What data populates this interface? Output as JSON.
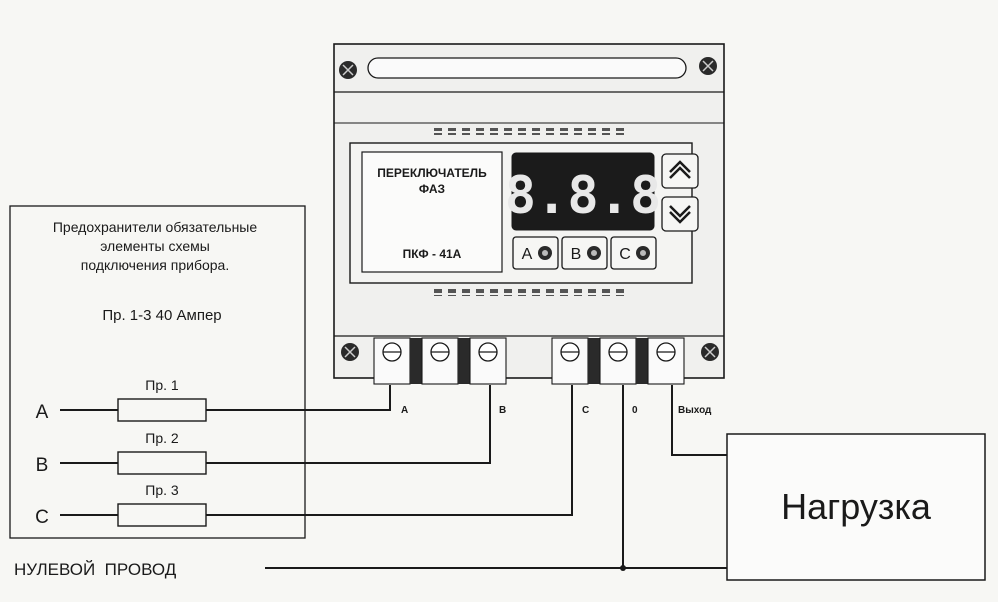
{
  "colors": {
    "paper": "#f7f7f4",
    "ink": "#1a1a1a",
    "device_body": "#f0f0ee",
    "display_bg": "#1b1b1b",
    "display_digit": "#e8e8e8",
    "terminal_dark": "#2a2a2a"
  },
  "note_box": {
    "lines": [
      "Предохранители обязательные",
      "элементы схемы",
      "подключения прибора."
    ],
    "fuse_spec": "Пр. 1-3 40 Ампер"
  },
  "phases": [
    {
      "label": "A",
      "fuse": "Пр. 1",
      "terminal": "A"
    },
    {
      "label": "B",
      "fuse": "Пр. 2",
      "terminal": "B"
    },
    {
      "label": "C",
      "fuse": "Пр. 3",
      "terminal": "C"
    }
  ],
  "neutral_label": "НУЛЕВОЙ  ПРОВОД",
  "device": {
    "title_line1": "ПЕРЕКЛЮЧАТЕЛЬ",
    "title_line2": "ФАЗ",
    "model": "ПКФ - 41А",
    "display_text": "8.8.8",
    "phase_buttons": [
      "A",
      "B",
      "C"
    ],
    "up_icon": "chevron-up-icon",
    "down_icon": "chevron-down-icon",
    "terminals": [
      "A",
      "B",
      "C",
      "0",
      "Выход"
    ]
  },
  "load_label": "Нагрузка"
}
